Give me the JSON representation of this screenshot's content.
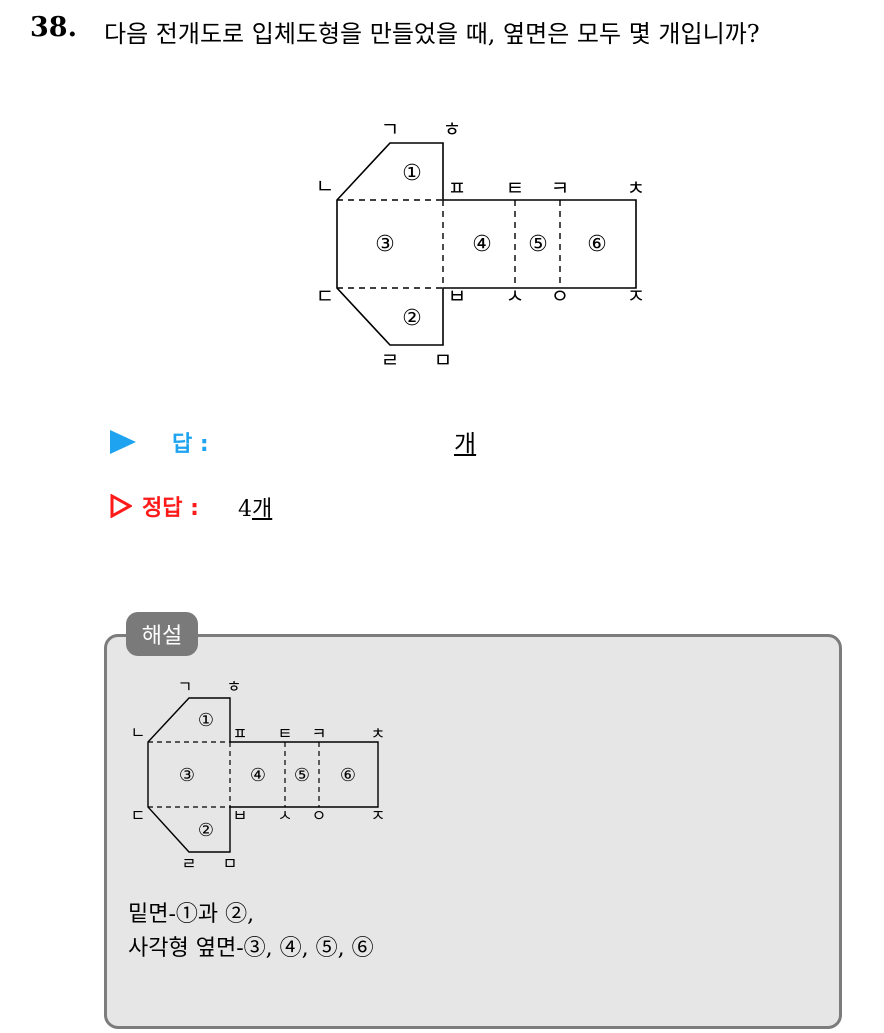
{
  "question": {
    "number": "38.",
    "text": "다음 전개도로 입체도형을 만들었을 때, 옆면은 모두 몇 개입니까?"
  },
  "diagram": {
    "vertex_labels": [
      "ㄱ",
      "ㅎ",
      "ㄴ",
      "ㅍ",
      "ㅌ",
      "ㅋ",
      "ㅊ",
      "ㄷ",
      "ㅂ",
      "ㅅ",
      "ㅇ",
      "ㅈ",
      "ㄹ",
      "ㅁ"
    ],
    "face_labels": [
      "①",
      "②",
      "③",
      "④",
      "⑤",
      "⑥"
    ]
  },
  "answer": {
    "label": "답 :",
    "unit": "개"
  },
  "correct": {
    "label": "정답 :",
    "value": "4",
    "unit": "개"
  },
  "solution": {
    "tag": "해설",
    "line1": "밑면-①과 ②,",
    "line2": "사각형 옆면-③, ④, ⑤, ⑥"
  },
  "colors": {
    "blue_marker": "#1ea3f0",
    "red_marker": "#ff1a1a",
    "box_bg": "#e6e6e6",
    "box_border": "#7c7c7c"
  }
}
